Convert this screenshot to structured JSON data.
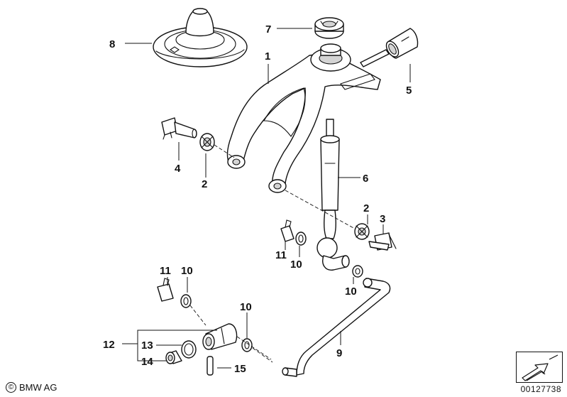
{
  "diagram": {
    "callouts": [
      {
        "id": "c1",
        "label": "1"
      },
      {
        "id": "c2a",
        "label": "2"
      },
      {
        "id": "c2b",
        "label": "2"
      },
      {
        "id": "c3",
        "label": "3"
      },
      {
        "id": "c4",
        "label": "4"
      },
      {
        "id": "c5",
        "label": "5"
      },
      {
        "id": "c6",
        "label": "6"
      },
      {
        "id": "c7",
        "label": "7"
      },
      {
        "id": "c8",
        "label": "8"
      },
      {
        "id": "c9",
        "label": "9"
      },
      {
        "id": "c10a",
        "label": "10"
      },
      {
        "id": "c10b",
        "label": "10"
      },
      {
        "id": "c10c",
        "label": "10"
      },
      {
        "id": "c10d",
        "label": "10"
      },
      {
        "id": "c11a",
        "label": "11"
      },
      {
        "id": "c11b",
        "label": "11"
      },
      {
        "id": "c12",
        "label": "12"
      },
      {
        "id": "c13",
        "label": "13"
      },
      {
        "id": "c14",
        "label": "14"
      },
      {
        "id": "c15",
        "label": "15"
      }
    ]
  },
  "footer": {
    "copyright_symbol": "©",
    "copyright": "BMW AG",
    "document_number": "00127738"
  }
}
